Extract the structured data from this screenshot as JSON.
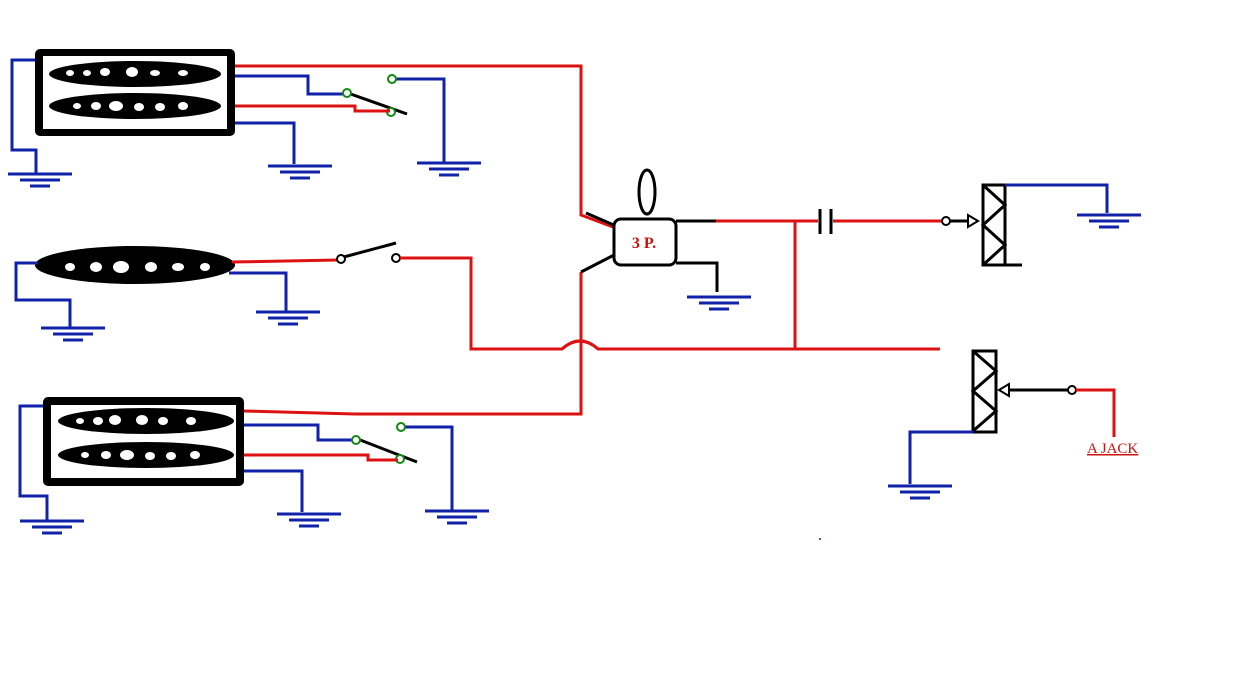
{
  "labels": {
    "selector_switch": "3 P.",
    "output": "A JACK"
  },
  "colors": {
    "signal_wire": "#dd1111",
    "ground_wire": "#1122aa",
    "component": "#000000",
    "terminal": "#118811",
    "label": "#cc1111"
  },
  "components": [
    {
      "name": "neck-humbucker-pickup",
      "type": "humbucker"
    },
    {
      "name": "middle-single-coil-pickup",
      "type": "single-coil"
    },
    {
      "name": "bridge-humbucker-pickup",
      "type": "humbucker"
    },
    {
      "name": "neck-coil-split-switch",
      "type": "spdt-switch"
    },
    {
      "name": "middle-on-off-switch",
      "type": "spst-switch"
    },
    {
      "name": "bridge-coil-split-switch",
      "type": "spdt-switch"
    },
    {
      "name": "three-position-selector",
      "type": "selector-switch"
    },
    {
      "name": "tone-capacitor",
      "type": "capacitor"
    },
    {
      "name": "tone-potentiometer",
      "type": "potentiometer"
    },
    {
      "name": "volume-potentiometer",
      "type": "potentiometer"
    },
    {
      "name": "output-jack",
      "type": "jack"
    }
  ]
}
